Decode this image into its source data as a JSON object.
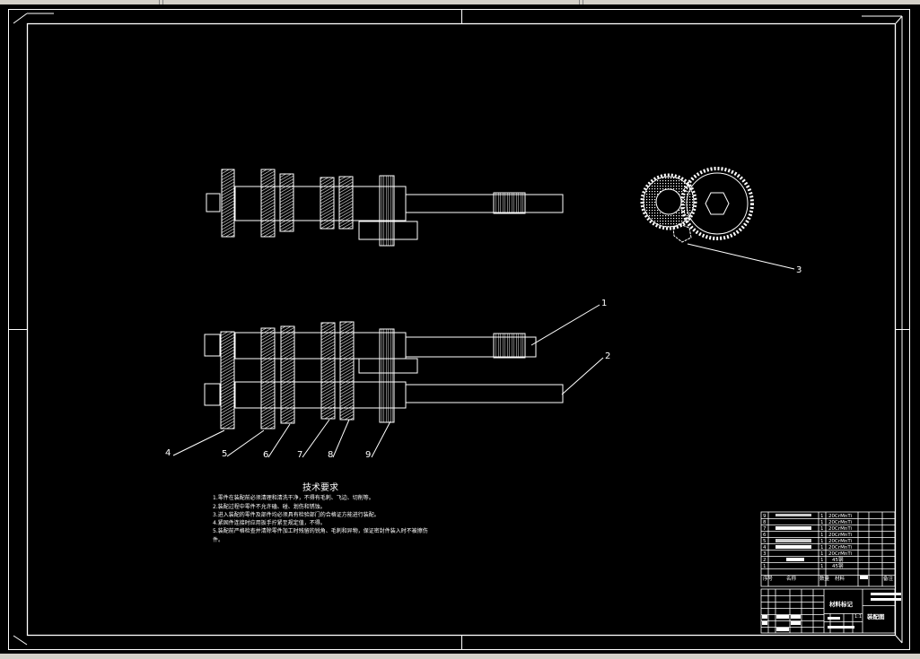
{
  "window": {
    "colors": {
      "bg": "#000000",
      "line": "#ffffff",
      "chrome": "#d4d0c8"
    }
  },
  "balloons": [
    "1",
    "2",
    "3",
    "4",
    "5",
    "6",
    "7",
    "8",
    "9"
  ],
  "tech_requirements": {
    "title": "技术要求",
    "items": [
      "1.零件在装配前必须清理和清洗干净，不得有毛刺、飞边、切削等。",
      "2.装配过程中零件不允许磕、碰、划伤和锈蚀。",
      "3.进入装配的零件及部件均必须具有检验部门的合格证方能进行装配。",
      "4.紧固件连接时应用扳手拧紧至规定值，不得。",
      "5.装配前严格检查并清除零件加工时残留的锐角、毛刺和异物，保证密封件装入时不被擦伤",
      "件。"
    ]
  },
  "parts_list": [
    {
      "no": "9",
      "material": "20CrMnTi"
    },
    {
      "no": "8",
      "material": "20CrMnTi"
    },
    {
      "no": "7",
      "material": "20CrMnTi"
    },
    {
      "no": "6",
      "material": "20CrMnTi"
    },
    {
      "no": "5",
      "material": "20CrMnTi"
    },
    {
      "no": "4",
      "material": "20CrMnTi"
    },
    {
      "no": "3",
      "material": "20CrMnTi"
    },
    {
      "no": "2",
      "material": "45钢"
    },
    {
      "no": "1",
      "material": "45钢"
    }
  ],
  "parts_qty": "1",
  "header_row": {
    "no": "序号",
    "name": "名称",
    "qty": "数量",
    "material": "材料",
    "note": "备注"
  },
  "title_block": {
    "design_title": "材料标记",
    "drawing_name": "装配图",
    "scale_cell": "1:1"
  }
}
